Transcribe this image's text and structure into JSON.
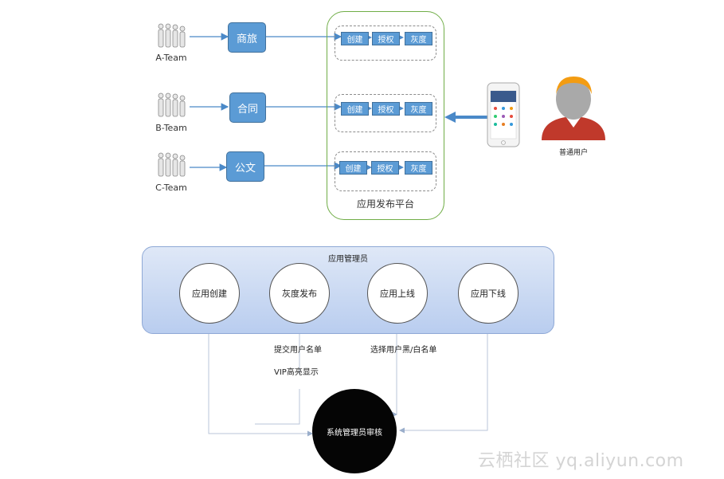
{
  "teams": [
    {
      "label": "A-Team",
      "app": "商旅"
    },
    {
      "label": "B-Team",
      "app": "合同"
    },
    {
      "label": "C-Team",
      "app": "公文"
    }
  ],
  "platform": {
    "label": "应用发布平台",
    "steps": [
      "创建",
      "授权",
      "灰度"
    ]
  },
  "user": {
    "label": "普通用户"
  },
  "admin": {
    "title": "应用管理员",
    "actions": [
      "应用创建",
      "灰度发布",
      "应用上线",
      "应用下线"
    ]
  },
  "notes": {
    "submit_list": "提交用户名单",
    "vip_display": "VIP高亮显示",
    "select_list": "选择用户黑/白名单"
  },
  "review": {
    "label": "系统管理员审核"
  },
  "watermark": "云栖社区 yq.aliyun.com"
}
